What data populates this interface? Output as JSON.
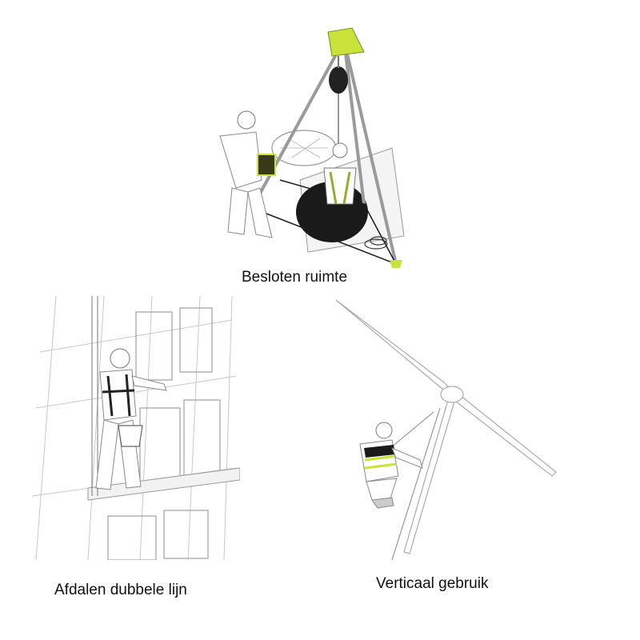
{
  "captions": {
    "confined_space": "Besloten ruimte",
    "double_line_descent": "Afdalen dubbele lijn",
    "vertical_use": "Verticaal gebruik"
  },
  "colors": {
    "accent": "#c9e33a",
    "line": "#8a8a8a",
    "dark": "#1a1a1a",
    "harness_yellow": "#d6e84a"
  }
}
